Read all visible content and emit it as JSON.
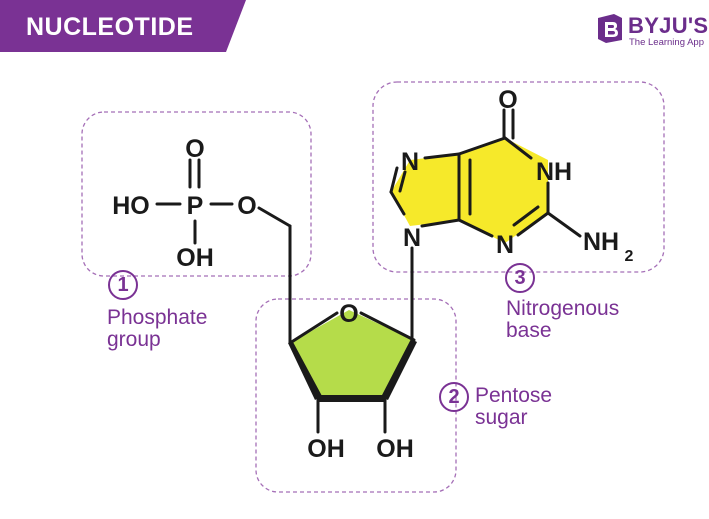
{
  "header": {
    "title": "NUCLEOTIDE",
    "banner_color": "#7a3294"
  },
  "logo": {
    "icon": "byjus-logo-icon",
    "name": "BYJU'S",
    "tagline": "The Learning App",
    "color": "#6b2d8b"
  },
  "phosphate": {
    "atom_o_top": "O",
    "atom_p": "P",
    "atom_ho": "HO",
    "atom_oh": "OH",
    "atom_o_link": "O",
    "number": "1",
    "label_line1": "Phosphate",
    "label_line2": "group"
  },
  "sugar": {
    "ring_o": "O",
    "oh_left": "OH",
    "oh_right": "OH",
    "number": "2",
    "label_line1": "Pentose",
    "label_line2": "sugar",
    "fill_color": "#b5dc4a"
  },
  "base": {
    "atom_o": "O",
    "atom_n7": "N",
    "atom_nh": "NH",
    "atom_n9": "N",
    "atom_n3": "N",
    "atom_nh2": "NH",
    "nh2_subscript": "2",
    "number": "3",
    "label_line1": "Nitrogenous",
    "label_line2": "base",
    "fill_color": "#f6e92a"
  },
  "colors": {
    "label": "#7a3294",
    "dashed_box": "#a56fb7",
    "bond": "#1a1a1a"
  }
}
